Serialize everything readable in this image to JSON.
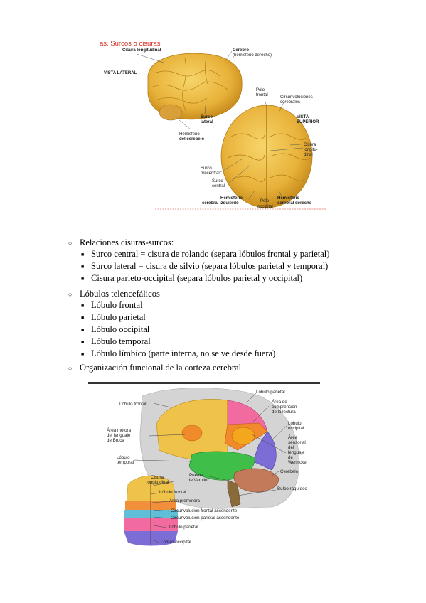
{
  "figure1": {
    "title": "as. Surcos o cisuras",
    "labels": {
      "cisura_longitudinal": "Cisura longitudinal",
      "vista_lateral": "VISTA LATERAL",
      "cerebro": "Cerebro",
      "cerebro_sub": "(hemisferio derecho)",
      "polo_frontal_1": "Polo",
      "polo_frontal_2": "frontal",
      "circunvoluciones_1": "Circunvoluciones",
      "circunvoluciones_2": "cerebrales",
      "vista_superior_1": "VISTA",
      "vista_superior_2": "SUPERIOR",
      "surco_lateral_1": "Surco",
      "surco_lateral_2": "lateral",
      "hemisferio_cerebelo_1": "Hemisferio",
      "hemisferio_cerebelo_2": "del cerebelo",
      "cisura_long_1": "Cisura",
      "cisura_long_2": "longitu-",
      "cisura_long_3": "dinal",
      "surco_precentral_1": "Surco",
      "surco_precentral_2": "precentral",
      "surco_central_1": "Surco",
      "surco_central_2": "central",
      "hem_izq_1": "Hemisferio",
      "hem_izq_2": "cerebral izquierdo",
      "polo_occ_1": "Polo",
      "polo_occ_2": "occipital",
      "hem_der_1": "Hemisferio",
      "hem_der_2": "cerebral derecho"
    }
  },
  "lists": [
    {
      "title": "Relaciones cisuras-surcos:",
      "items": [
        "Surco central = cisura de rolando (separa lóbulos frontal y parietal)",
        "Surco lateral = cisura de silvio (separa lóbulos parietal y temporal)",
        "Cisura parieto-occipital (separa lóbulos parietal y occipital)"
      ]
    },
    {
      "title": "Lóbulos telencefálicos",
      "items": [
        "Lóbulo frontal",
        "Lóbulo parietal",
        "Lóbulo occipital",
        "Lóbulo temporal",
        "Lóbulo límbico (parte interna, no se ve desde fuera)"
      ]
    },
    {
      "title": "Organización funcional de la corteza cerebral",
      "items": []
    }
  ],
  "figure2": {
    "labels": {
      "lobulo_parietal": "Lóbulo parietal",
      "area_comprension_1": "Área de",
      "area_comprension_2": "comprensión",
      "area_comprension_3": "de la lectura",
      "lobulo_frontal": "Lóbulo frontal",
      "lobulo_occipital_1": "Lóbulo",
      "lobulo_occipital_2": "occipital",
      "area_motora_1": "Área motora",
      "area_motora_2": "del lenguaje",
      "area_motora_3": "de Broca",
      "area_sensorial_1": "Área",
      "area_sensorial_2": "sensorial",
      "area_sensorial_3": "del",
      "area_sensorial_4": "lenguaje",
      "area_sensorial_5": "de",
      "area_sensorial_6": "Wernicke",
      "lobulo_temporal_1": "Lóbulo",
      "lobulo_temporal_2": "temporal",
      "cerebelo": "Cerebelo",
      "puente_1": "Puente",
      "puente_2": "de Varolio",
      "cisura_long_1": "Cisura",
      "cisura_long_2": "longitudinal",
      "bulbo": "Bulbo raquídeo",
      "lobulo_frontal_top": "Lóbulo frontal",
      "area_premotora": "Área premotora",
      "circ_frontal": "Circunvolución frontal ascendente",
      "circ_parietal": "Circunvolución parietal ascendente",
      "lobulo_parietal_top": "Lóbulo parietal",
      "lobulo_occipital_top": "Lóbulo occipital"
    }
  }
}
